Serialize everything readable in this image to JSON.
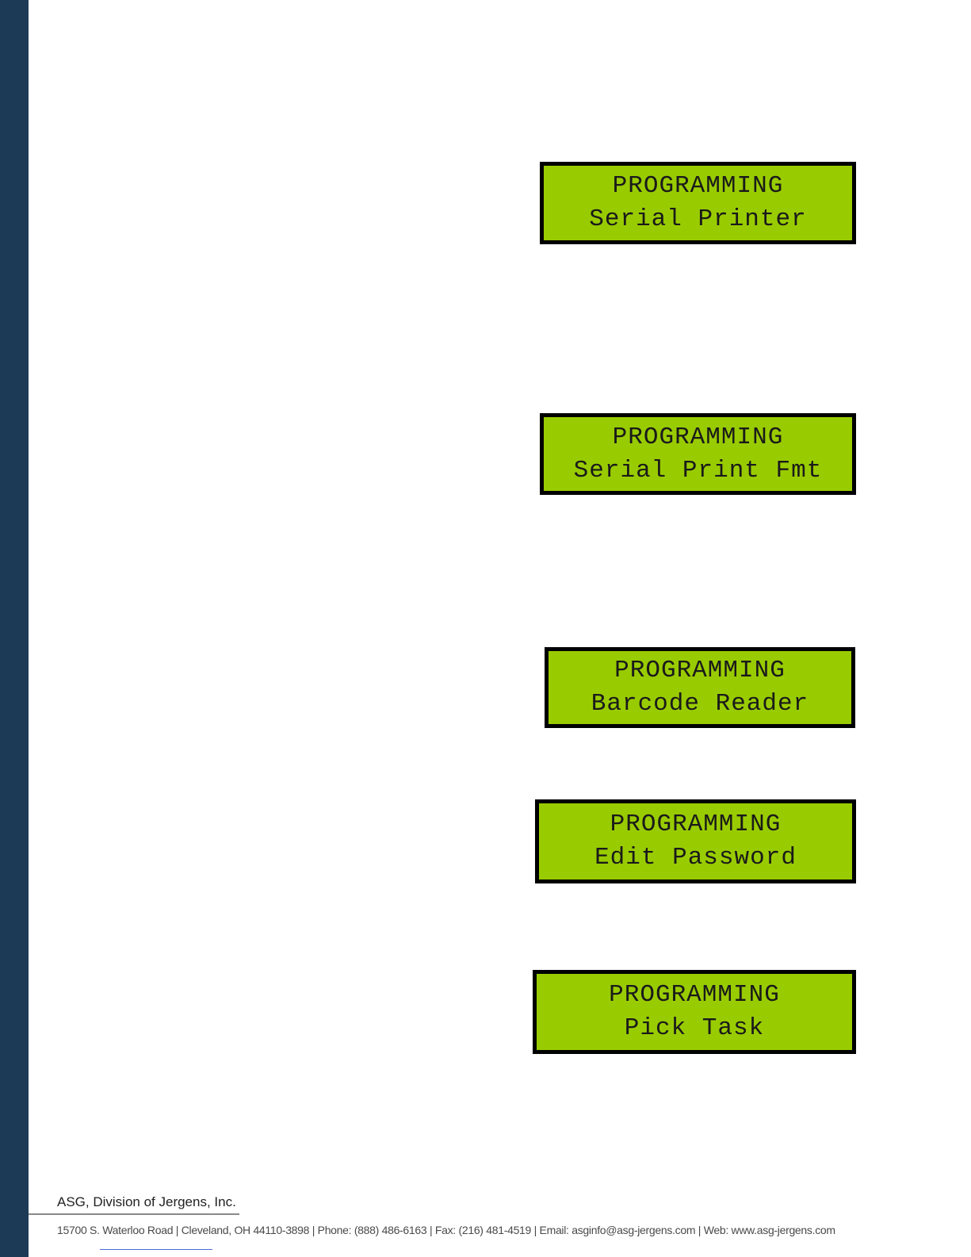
{
  "displays": [
    {
      "line1": "PROGRAMMING",
      "line2": "Serial Printer"
    },
    {
      "line1": "PROGRAMMING",
      "line2": "Serial Print Fmt"
    },
    {
      "line1": "PROGRAMMING",
      "line2": "Barcode Reader"
    },
    {
      "line1": "PROGRAMMING",
      "line2": "Edit Password"
    },
    {
      "line1": "PROGRAMMING",
      "line2": "Pick Task"
    }
  ],
  "footer": {
    "company": "ASG, Division of Jergens, Inc.",
    "address": "15700 S. Waterloo Road | Cleveland, OH 44110-3898 | Phone: (888) 486-6163 | Fax: (216) 481-4519 | Email: asginfo@asg-jergens.com | Web: www.asg-jergens.com"
  },
  "colors": {
    "sidebar": "#1c3a56",
    "lcd_background": "#99cc00",
    "lcd_border": "#000000"
  }
}
